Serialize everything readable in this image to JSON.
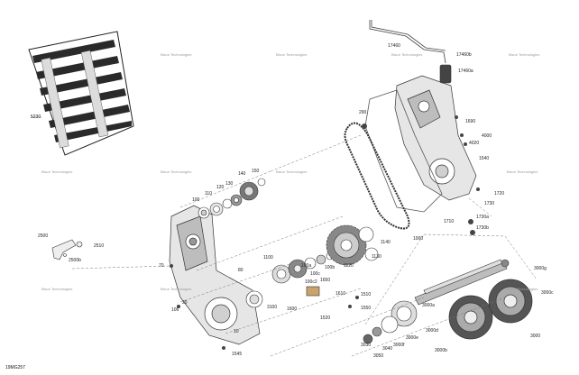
{
  "diagram_code": "19MG257",
  "watermark_text": "Bison Technologies",
  "part_labels": [
    "5230",
    "2500",
    "2510",
    "2500b",
    "70",
    "80",
    "100",
    "106",
    "10",
    "20",
    "110",
    "120",
    "130",
    "140",
    "150",
    "100a",
    "100b",
    "100c",
    "100c2",
    "1650",
    "1600",
    "1520",
    "1510",
    "1550",
    "1610",
    "3100",
    "1140",
    "1120",
    "1130",
    "1100",
    "1000",
    "290",
    "1710",
    "1720",
    "1730",
    "1730a",
    "1730b",
    "1540",
    "4020",
    "4000",
    "1690",
    "17460",
    "17460a",
    "17460b",
    "3000a",
    "3000b",
    "3000c",
    "3000d",
    "3000e",
    "3000f",
    "3000g",
    "3030",
    "3040",
    "3050",
    "3000",
    "1545"
  ],
  "colors": {
    "line": "#333333",
    "dashed": "#777777",
    "track_dark": "#2a2a2a",
    "label": "#222222"
  }
}
